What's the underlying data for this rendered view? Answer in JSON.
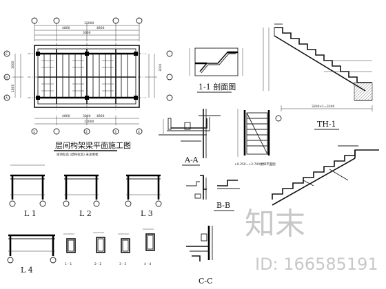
{
  "plan": {
    "title": "层间构架梁平面施工图",
    "subtitle": "梁顶标高 (结构标高) 未注明者",
    "axes_top": [
      "1",
      "2",
      "3",
      "4"
    ],
    "axes_side": [
      "C",
      "B",
      "A"
    ],
    "dims_top": [
      "4800",
      "3000",
      "4800"
    ],
    "dim_total": "12000",
    "dims_side": [
      "3000",
      "1800",
      "3000"
    ]
  },
  "section_11": {
    "title": "1-1 剖面图"
  },
  "th1": {
    "title": "TH-1",
    "dim_bottom": "3300×1=3300"
  },
  "section_aa": {
    "title": "A-A"
  },
  "section_bb": {
    "title": "B-B"
  },
  "section_cc": {
    "title": "C-C"
  },
  "stair_plan": {
    "title": "+0.250~+2.700楼梯平面图"
  },
  "beams": [
    {
      "label": "L 1"
    },
    {
      "label": "L 2"
    },
    {
      "label": "L 3"
    },
    {
      "label": "L 4"
    }
  ],
  "cuts": [
    "1 - 1",
    "2 - 2",
    "3 - 3",
    "4 - 4"
  ],
  "watermark": {
    "logo": "知末",
    "id_text": "ID: 166585191"
  }
}
